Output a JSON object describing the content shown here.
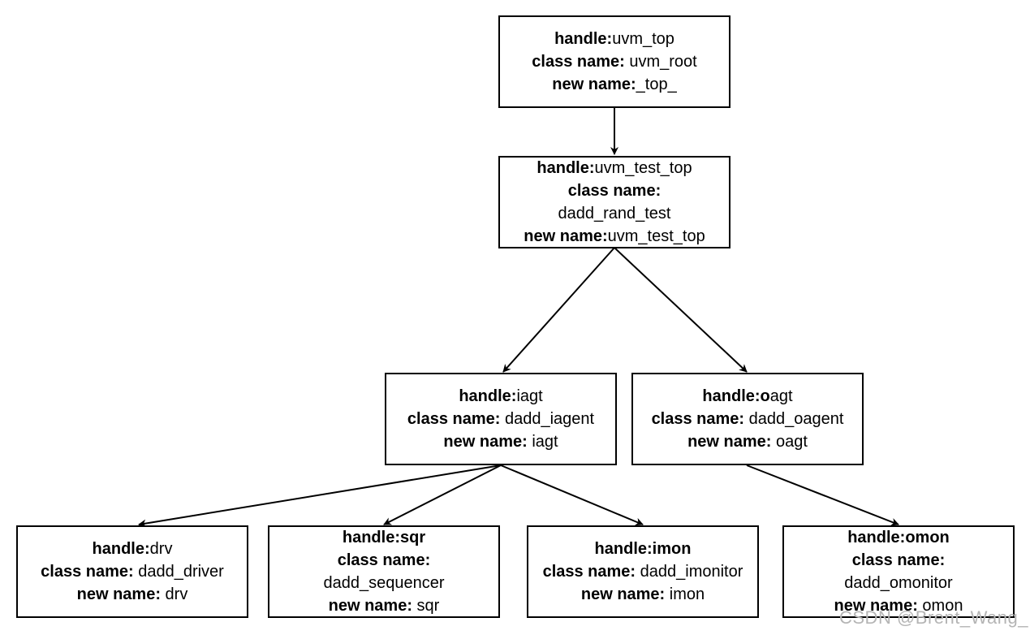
{
  "nodes": {
    "top": {
      "lines": [
        {
          "k": "handle:",
          "v": "uvm_top"
        },
        {
          "k": "class name:",
          "v": " uvm_root"
        },
        {
          "k": "new name:",
          "v": "_top_"
        }
      ]
    },
    "test": {
      "lines": [
        {
          "k": "handle:",
          "v": "uvm_test_top"
        },
        {
          "k": "class name:",
          "v": ""
        },
        {
          "k": "",
          "v": "dadd_rand_test"
        },
        {
          "k": "new name:",
          "v": "uvm_test_top"
        }
      ]
    },
    "iagt": {
      "lines": [
        {
          "k": "handle:",
          "v": "iagt"
        },
        {
          "k": "class name:",
          "v": " dadd_iagent"
        },
        {
          "k": "new name:",
          "v": " iagt"
        }
      ]
    },
    "oagt": {
      "lines": [
        {
          "k": "handle:o",
          "v": "agt"
        },
        {
          "k": "class name:",
          "v": " dadd_oagent"
        },
        {
          "k": "new name:",
          "v": " oagt"
        }
      ]
    },
    "drv": {
      "lines": [
        {
          "k": "handle:",
          "v": "drv"
        },
        {
          "k": "class name:",
          "v": " dadd_driver"
        },
        {
          "k": "new name:",
          "v": " drv"
        }
      ]
    },
    "sqr": {
      "lines": [
        {
          "k": "handle:sqr",
          "v": ""
        },
        {
          "k": "class name:",
          "v": ""
        },
        {
          "k": "",
          "v": "dadd_sequencer"
        },
        {
          "k": "new name:",
          "v": " sqr"
        }
      ]
    },
    "imon": {
      "lines": [
        {
          "k": "handle:imon",
          "v": ""
        },
        {
          "k": "class name:",
          "v": " dadd_imonitor"
        },
        {
          "k": "new name:",
          "v": " imon"
        }
      ]
    },
    "omon": {
      "lines": [
        {
          "k": "handle:omon",
          "v": ""
        },
        {
          "k": "class name:",
          "v": ""
        },
        {
          "k": "",
          "v": "dadd_omonitor"
        },
        {
          "k": "new name:",
          "v": " omon"
        }
      ]
    }
  },
  "watermark": "CSDN @Brent_Wang_"
}
